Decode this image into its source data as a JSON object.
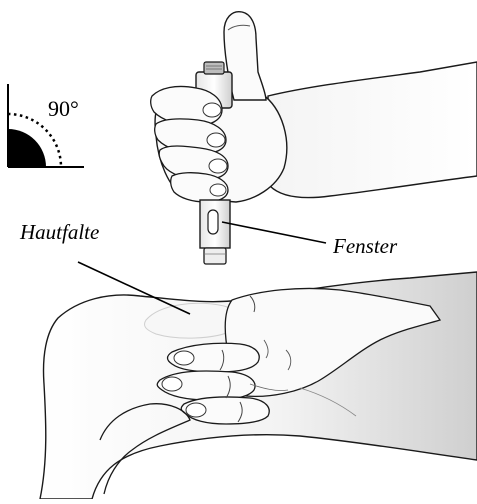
{
  "labels": {
    "angle": "90°",
    "skin_fold": "Hautfalte",
    "window": "Fenster"
  },
  "icons": {
    "angle_indicator": "right-angle-quarter-circle-icon",
    "injection_device": "auto-injector-pen-icon",
    "hand_holding_device": "hand-gripping-pen-illustration",
    "hand_pinching_skin": "hand-forming-skin-fold-illustration"
  },
  "colors": {
    "ink": "#000000",
    "skin_light": "#f2f2f2",
    "skin_shadow": "#d4d4d4",
    "background": "#ffffff"
  }
}
